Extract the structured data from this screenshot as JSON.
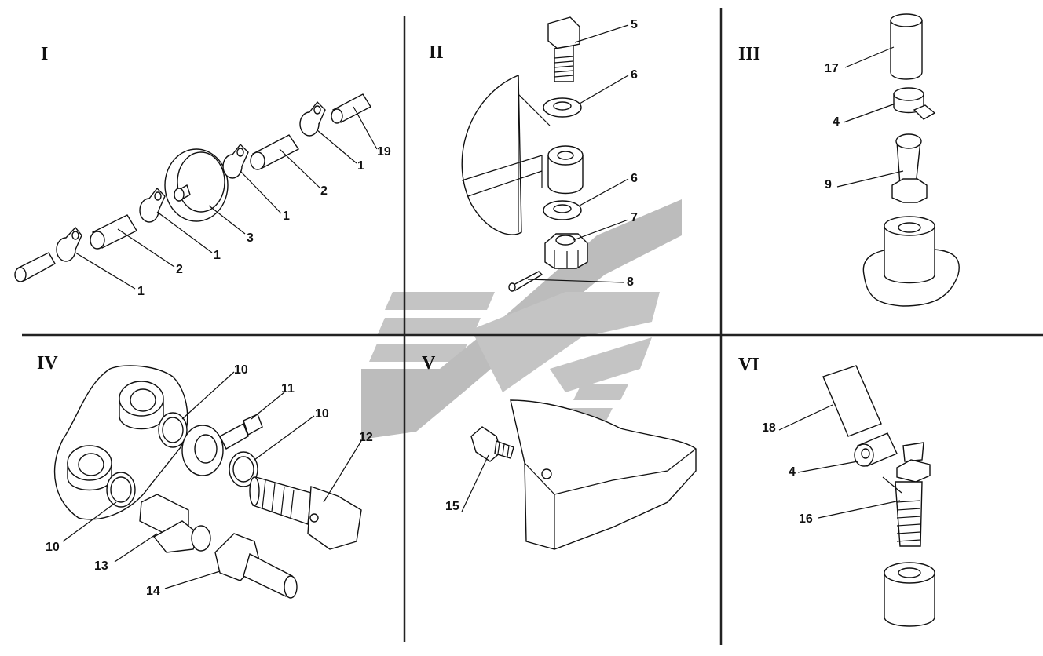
{
  "sections": [
    {
      "id": "I",
      "label": "I"
    },
    {
      "id": "II",
      "label": "II"
    },
    {
      "id": "III",
      "label": "III"
    },
    {
      "id": "IV",
      "label": "IV"
    },
    {
      "id": "V",
      "label": "V"
    },
    {
      "id": "VI",
      "label": "VI"
    }
  ],
  "callouts": [
    {
      "label": "1"
    },
    {
      "label": "2"
    },
    {
      "label": "1"
    },
    {
      "label": "3"
    },
    {
      "label": "1"
    },
    {
      "label": "2"
    },
    {
      "label": "1"
    },
    {
      "label": "19"
    },
    {
      "label": "5"
    },
    {
      "label": "6"
    },
    {
      "label": "6"
    },
    {
      "label": "7"
    },
    {
      "label": "8"
    },
    {
      "label": "17"
    },
    {
      "label": "4"
    },
    {
      "label": "9"
    },
    {
      "label": "10"
    },
    {
      "label": "11"
    },
    {
      "label": "10"
    },
    {
      "label": "12"
    },
    {
      "label": "10"
    },
    {
      "label": "13"
    },
    {
      "label": "14"
    },
    {
      "label": "15"
    },
    {
      "label": "18"
    },
    {
      "label": "4"
    },
    {
      "label": "16"
    }
  ],
  "colors": {
    "line": "#111111",
    "watermark": "#c4c4c4",
    "background": "#ffffff"
  }
}
